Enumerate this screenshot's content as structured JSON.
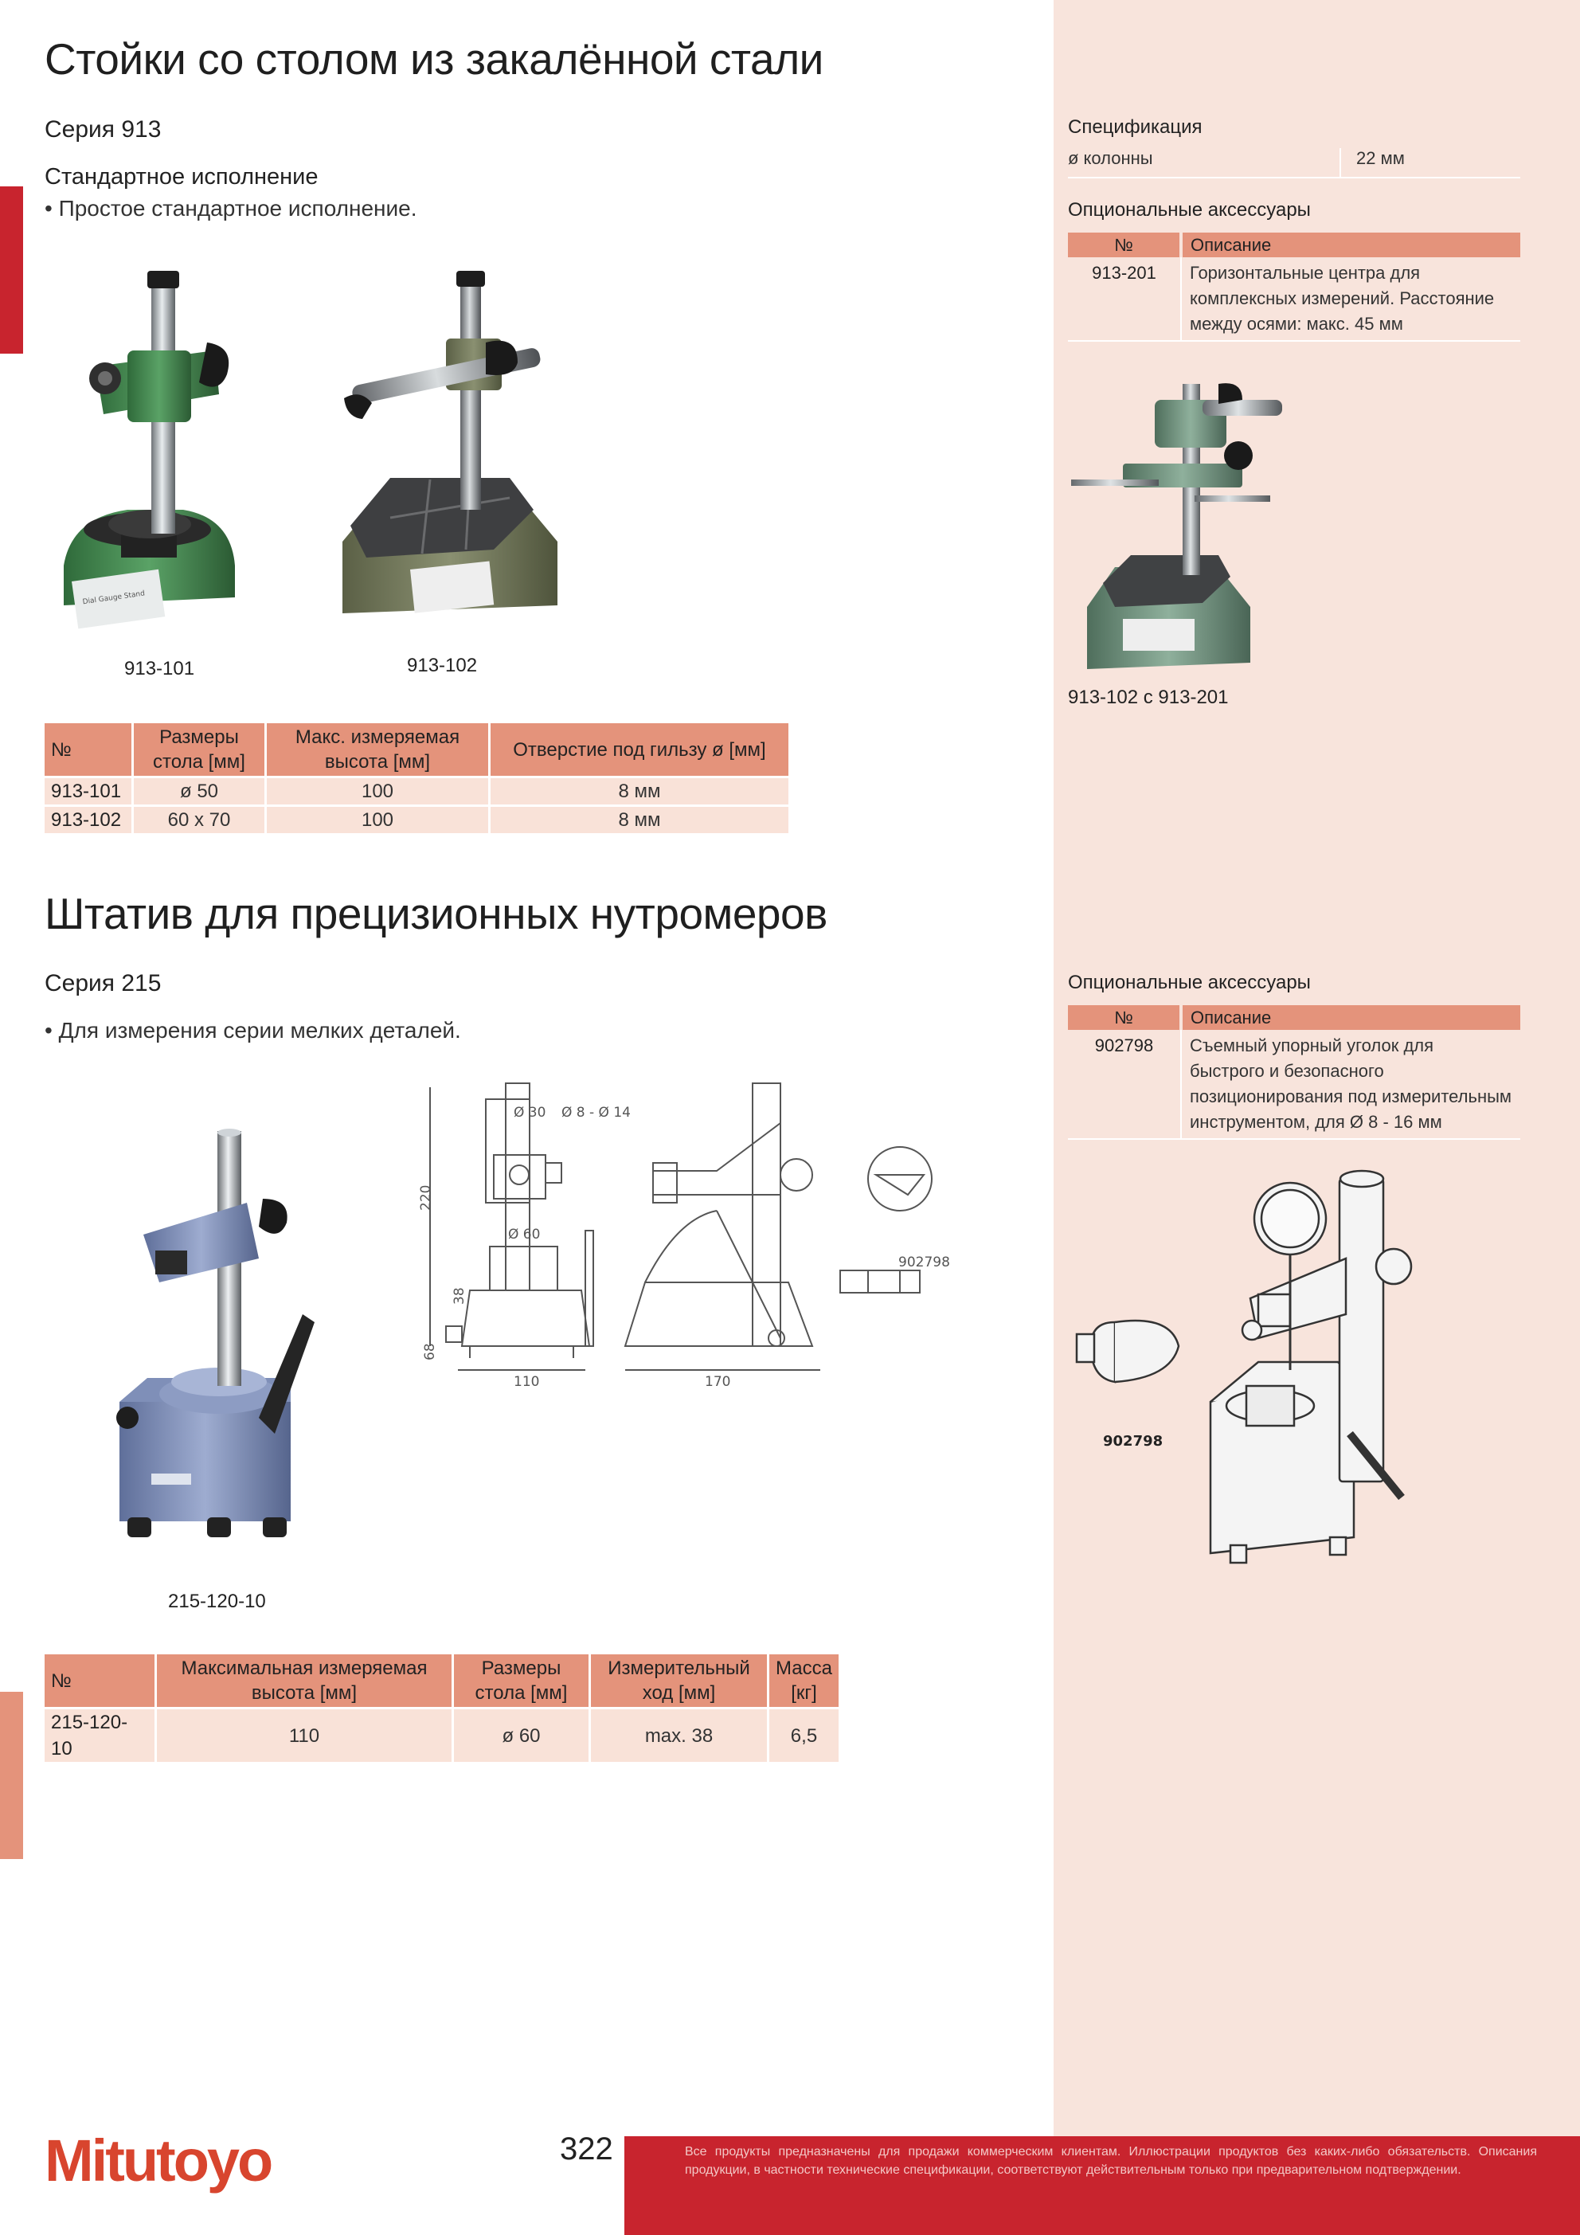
{
  "section1": {
    "title": "Стойки со столом из закалённой стали",
    "series": "Серия 913",
    "subtitle": "Стандартное исполнение",
    "bullet": "• Простое стандартное исполнение.",
    "image_captions": [
      "913-101",
      "913-102"
    ],
    "table": {
      "headers": [
        "№",
        "Размеры стола [мм]",
        "Макс. измеряемая высота [мм]",
        "Отверстие под гильзу ø [мм]"
      ],
      "rows": [
        [
          "913-101",
          "ø 50",
          "100",
          "8 мм"
        ],
        [
          "913-102",
          "60 x 70",
          "100",
          "8 мм"
        ]
      ]
    },
    "side": {
      "spec_title": "Спецификация",
      "spec_label": "ø колонны",
      "spec_value": "22 мм",
      "accessories_title": "Опциональные аксессуары",
      "acc_headers": [
        "№",
        "Описание"
      ],
      "acc_rows": [
        {
          "no": "913-201",
          "desc": "Горизонтальные центра для комплексных измерений. Расстояние между осями: макс. 45 мм"
        }
      ],
      "image_caption": "913-102 с 913-201"
    }
  },
  "section2": {
    "title": "Штатив для прецизионных нутромеров",
    "series": "Серия 215",
    "bullet": "• Для измерения серии мелких деталей.",
    "image_caption": "215-120-10",
    "drawing_labels": {
      "d30": "Ø 30",
      "d8_14": "Ø 8 - Ø 14",
      "d60": "Ø 60",
      "h220": "220",
      "h38": "38",
      "h68": "68",
      "w110": "110",
      "w170": "170",
      "part": "902798"
    },
    "table": {
      "headers": [
        "№",
        "Максимальная измеряемая высота [мм]",
        "Размеры стола [мм]",
        "Измерительный ход [мм]",
        "Масса [кг]"
      ],
      "rows": [
        [
          "215-120-10",
          "110",
          "ø 60",
          "max. 38",
          "6,5"
        ]
      ]
    },
    "side": {
      "accessories_title": "Опциональные аксессуары",
      "acc_headers": [
        "№",
        "Описание"
      ],
      "acc_rows": [
        {
          "no": "902798",
          "desc": "Съемный упорный уголок для быстрого и безопасного позиционирования под измерительным инструментом, для Ø 8 - 16 мм"
        }
      ],
      "drawing_label": "902798"
    }
  },
  "footer": {
    "logo": "Mitutoyo",
    "page_number": "322",
    "disclaimer": "Все продукты предназначены для продажи коммерческим клиентам. Иллюстрации продуктов без каких-либо обязательств. Описания продукции, в частности технические спецификации, соответствуют действительным только при предварительном подтверждении."
  },
  "colors": {
    "accent_red": "#c8242e",
    "tab_dark": "#c8242e",
    "tab_light": "#e4937b",
    "table_header": "#e4937b",
    "table_row": "#f9e2d8",
    "side_panel": "#f8e4dc"
  }
}
